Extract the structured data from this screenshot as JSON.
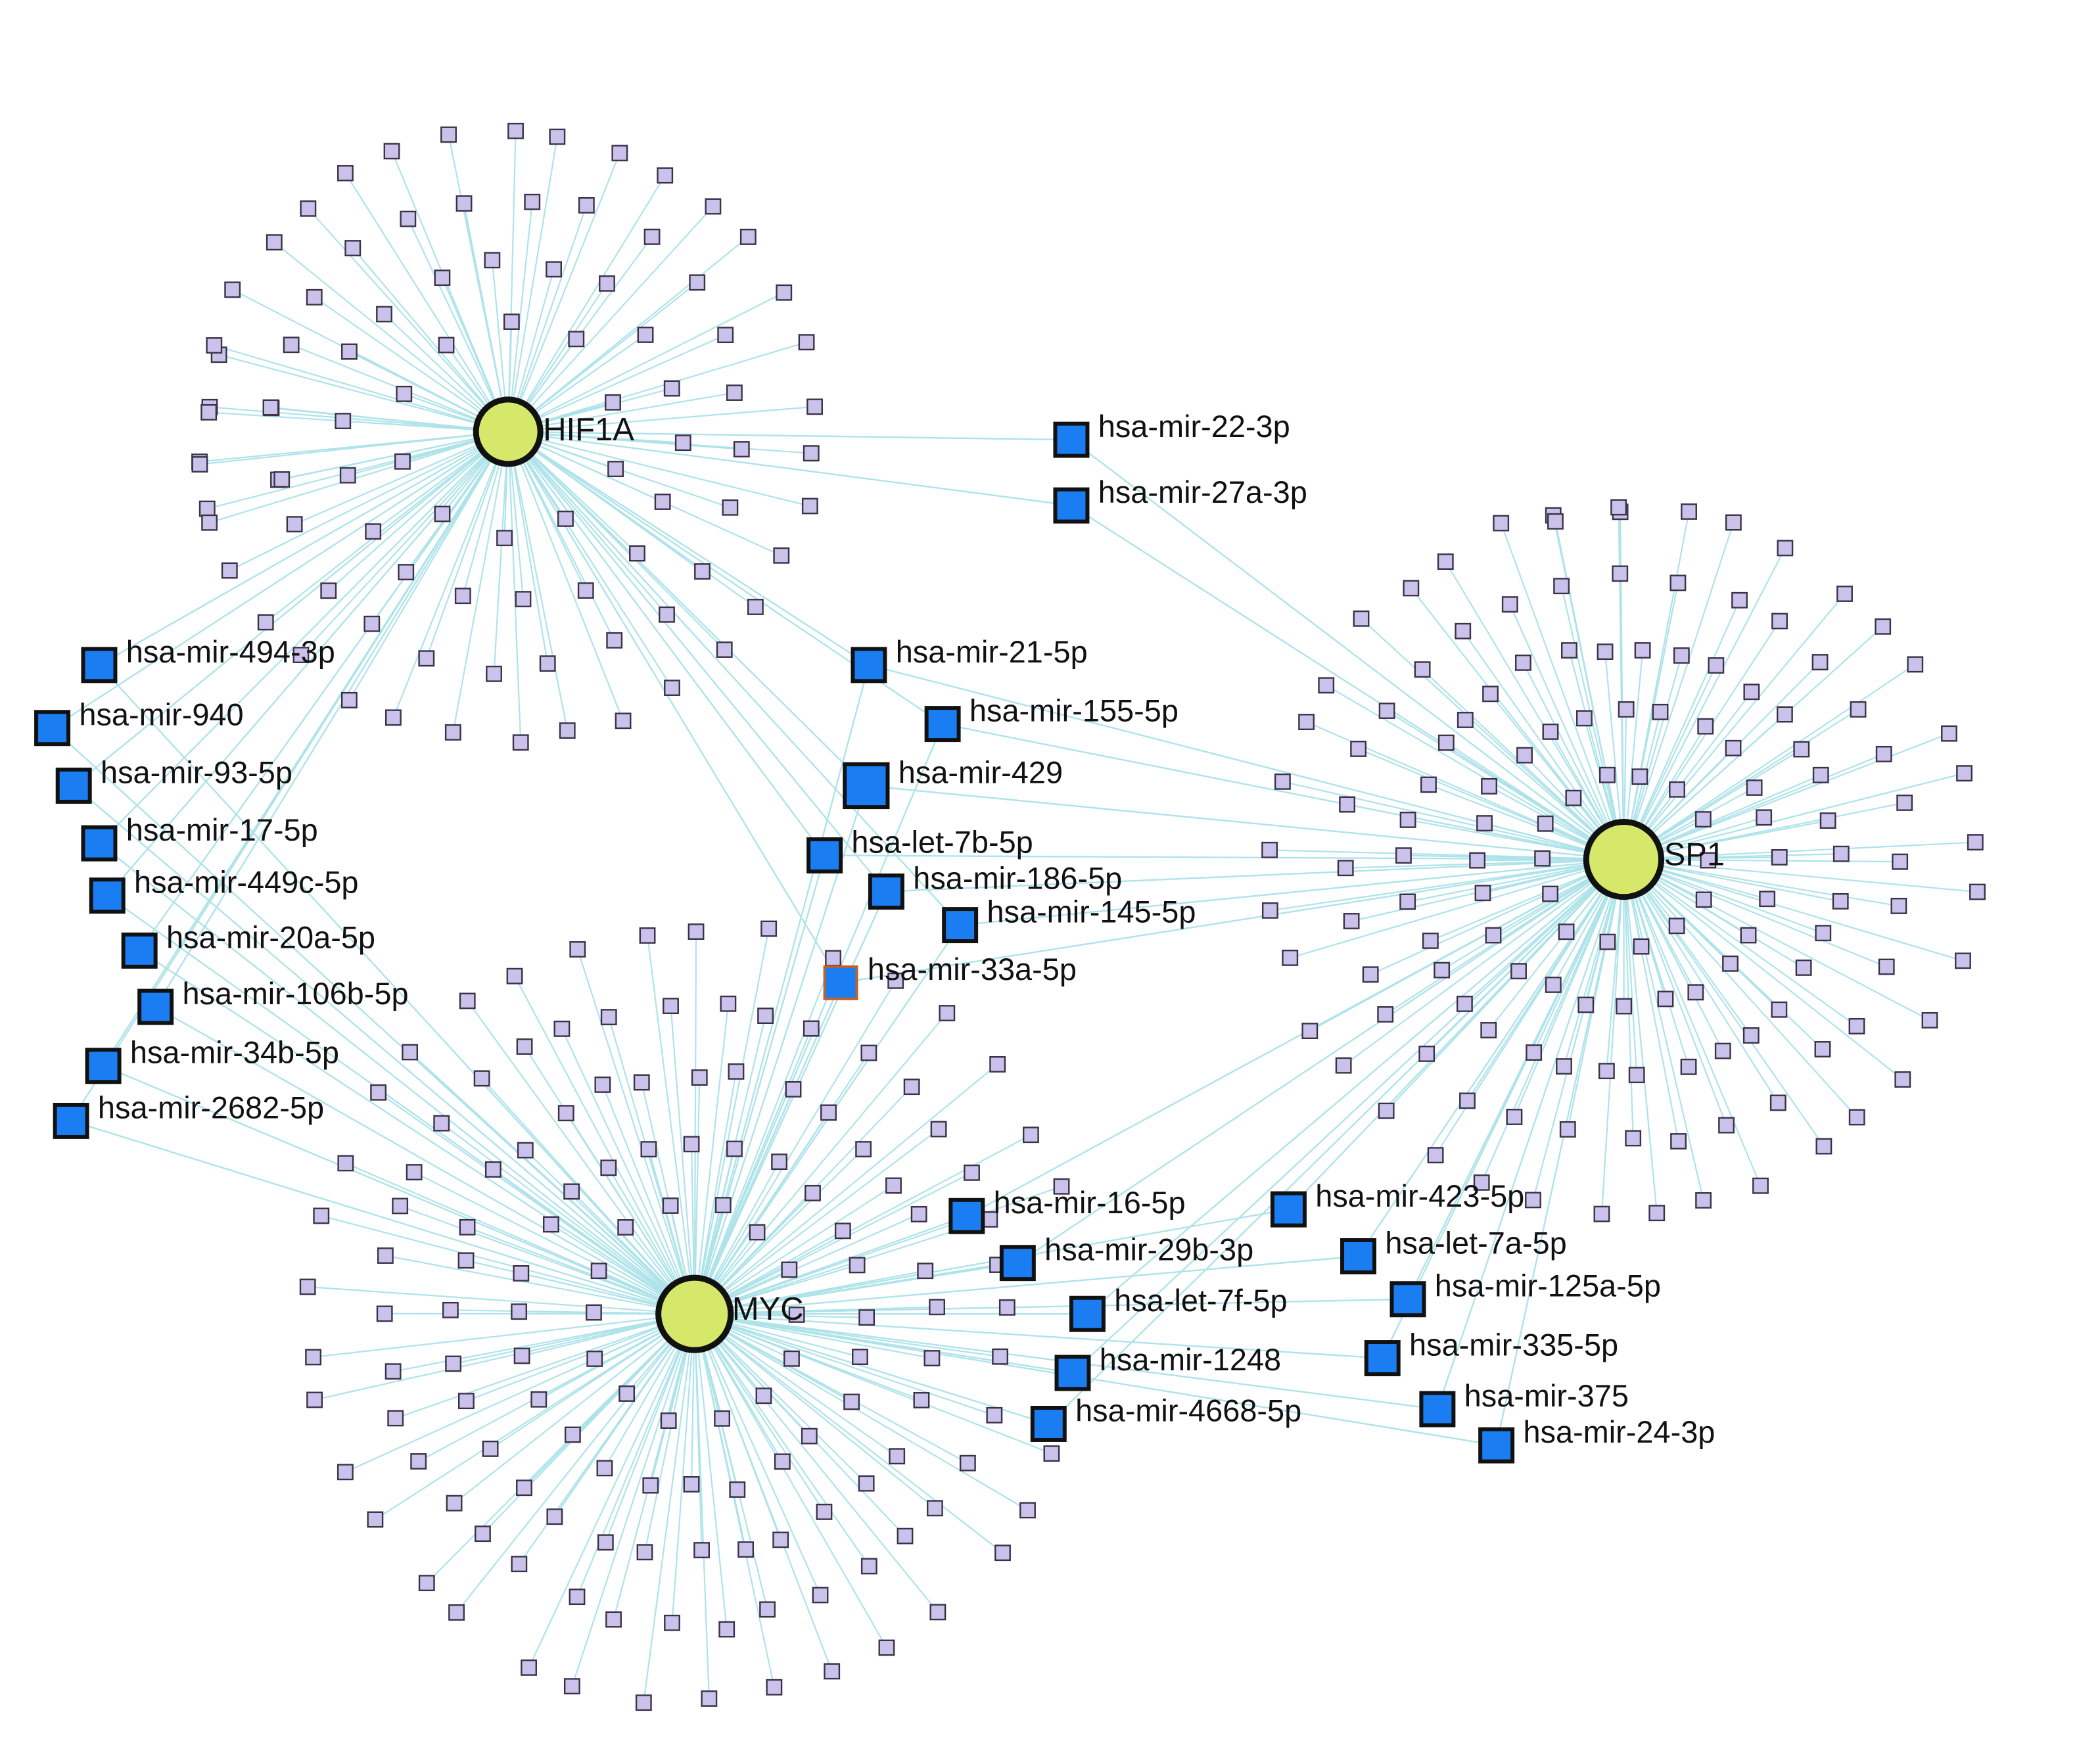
{
  "colors": {
    "edge": "#aee3ea",
    "hub_fill": "#d5e86a",
    "hub_stroke": "#111111",
    "mirna_fill": "#1a7ef2",
    "mirna_stroke": "#111111",
    "highlight_stroke": "#c0602a",
    "target_fill": "#cbc2ec",
    "target_stroke": "#3a3348",
    "label": "#111111"
  },
  "hubs": [
    {
      "id": "HIF1A",
      "label": "HIF1A"
    },
    {
      "id": "SP1",
      "label": "SP1"
    },
    {
      "id": "MYC",
      "label": "MYC"
    }
  ],
  "mirnas": [
    {
      "label": "hsa-mir-22-3p",
      "targets": [
        "HIF1A",
        "SP1"
      ]
    },
    {
      "label": "hsa-mir-27a-3p",
      "targets": [
        "HIF1A",
        "SP1"
      ]
    },
    {
      "label": "hsa-mir-494-3p",
      "targets": [
        "HIF1A",
        "MYC"
      ]
    },
    {
      "label": "hsa-mir-940",
      "targets": [
        "HIF1A",
        "MYC"
      ]
    },
    {
      "label": "hsa-mir-93-5p",
      "targets": [
        "HIF1A",
        "MYC"
      ]
    },
    {
      "label": "hsa-mir-17-5p",
      "targets": [
        "HIF1A",
        "MYC"
      ]
    },
    {
      "label": "hsa-mir-449c-5p",
      "targets": [
        "HIF1A",
        "MYC"
      ]
    },
    {
      "label": "hsa-mir-20a-5p",
      "targets": [
        "HIF1A",
        "MYC"
      ]
    },
    {
      "label": "hsa-mir-106b-5p",
      "targets": [
        "HIF1A",
        "MYC"
      ]
    },
    {
      "label": "hsa-mir-34b-5p",
      "targets": [
        "HIF1A",
        "MYC"
      ]
    },
    {
      "label": "hsa-mir-2682-5p",
      "targets": [
        "HIF1A",
        "MYC"
      ]
    },
    {
      "label": "hsa-mir-21-5p",
      "targets": [
        "HIF1A",
        "SP1",
        "MYC"
      ]
    },
    {
      "label": "hsa-mir-155-5p",
      "targets": [
        "HIF1A",
        "SP1",
        "MYC"
      ]
    },
    {
      "label": "hsa-mir-429",
      "targets": [
        "HIF1A",
        "SP1",
        "MYC"
      ]
    },
    {
      "label": "hsa-let-7b-5p",
      "targets": [
        "HIF1A",
        "SP1",
        "MYC"
      ]
    },
    {
      "label": "hsa-mir-186-5p",
      "targets": [
        "HIF1A",
        "SP1",
        "MYC"
      ]
    },
    {
      "label": "hsa-mir-145-5p",
      "targets": [
        "HIF1A",
        "SP1",
        "MYC"
      ]
    },
    {
      "label": "hsa-mir-33a-5p",
      "targets": [
        "HIF1A",
        "SP1",
        "MYC"
      ],
      "highlight": true
    },
    {
      "label": "hsa-mir-16-5p",
      "targets": [
        "SP1",
        "MYC"
      ]
    },
    {
      "label": "hsa-mir-29b-3p",
      "targets": [
        "SP1",
        "MYC"
      ]
    },
    {
      "label": "hsa-let-7f-5p",
      "targets": [
        "SP1",
        "MYC"
      ]
    },
    {
      "label": "hsa-mir-1248",
      "targets": [
        "SP1",
        "MYC"
      ]
    },
    {
      "label": "hsa-mir-4668-5p",
      "targets": [
        "SP1",
        "MYC"
      ]
    },
    {
      "label": "hsa-mir-423-5p",
      "targets": [
        "SP1",
        "MYC"
      ]
    },
    {
      "label": "hsa-let-7a-5p",
      "targets": [
        "SP1",
        "MYC"
      ]
    },
    {
      "label": "hsa-mir-125a-5p",
      "targets": [
        "SP1",
        "MYC"
      ]
    },
    {
      "label": "hsa-mir-335-5p",
      "targets": [
        "SP1",
        "MYC"
      ]
    },
    {
      "label": "hsa-mir-375",
      "targets": [
        "SP1",
        "MYC"
      ]
    },
    {
      "label": "hsa-mir-24-3p",
      "targets": [
        "SP1",
        "MYC"
      ]
    }
  ],
  "unlabeled_neighbors": {
    "HIF1A": 92,
    "SP1": 143,
    "MYC": 142
  }
}
